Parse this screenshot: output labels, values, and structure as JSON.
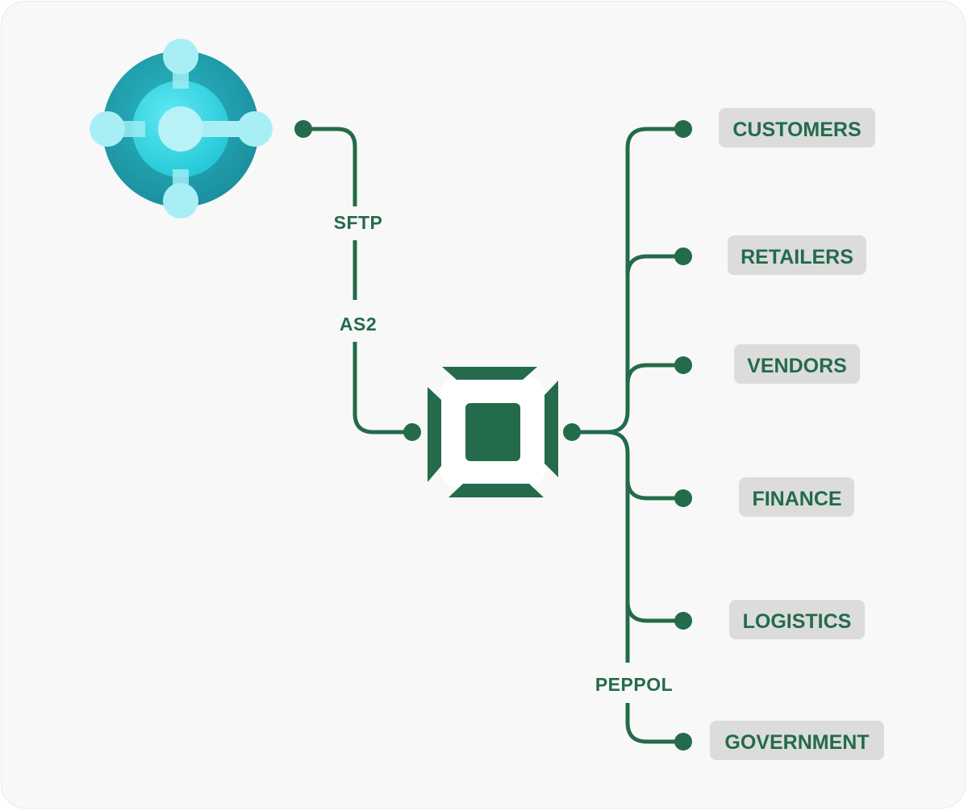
{
  "protocols": {
    "sftp": "SFTP",
    "as2": "AS2",
    "peppol": "PEPPOL"
  },
  "targets": [
    {
      "id": "customers",
      "label": "CUSTOMERS"
    },
    {
      "id": "retailers",
      "label": "RETAILERS"
    },
    {
      "id": "vendors",
      "label": "VENDORS"
    },
    {
      "id": "finance",
      "label": "FINANCE"
    },
    {
      "id": "logistics",
      "label": "LOGISTICS"
    },
    {
      "id": "government",
      "label": "GOVERNMENT"
    }
  ],
  "colors": {
    "line": "#236b4a",
    "node_bg": "#dcdcdc",
    "logo_outer": "#1f9aa8",
    "logo_inner": "#3ad6e4",
    "logo_nodes": "#9cecf3"
  },
  "icons": {
    "source": "dynamics-365-business-central-logo",
    "hub": "edi-hub-icon"
  }
}
